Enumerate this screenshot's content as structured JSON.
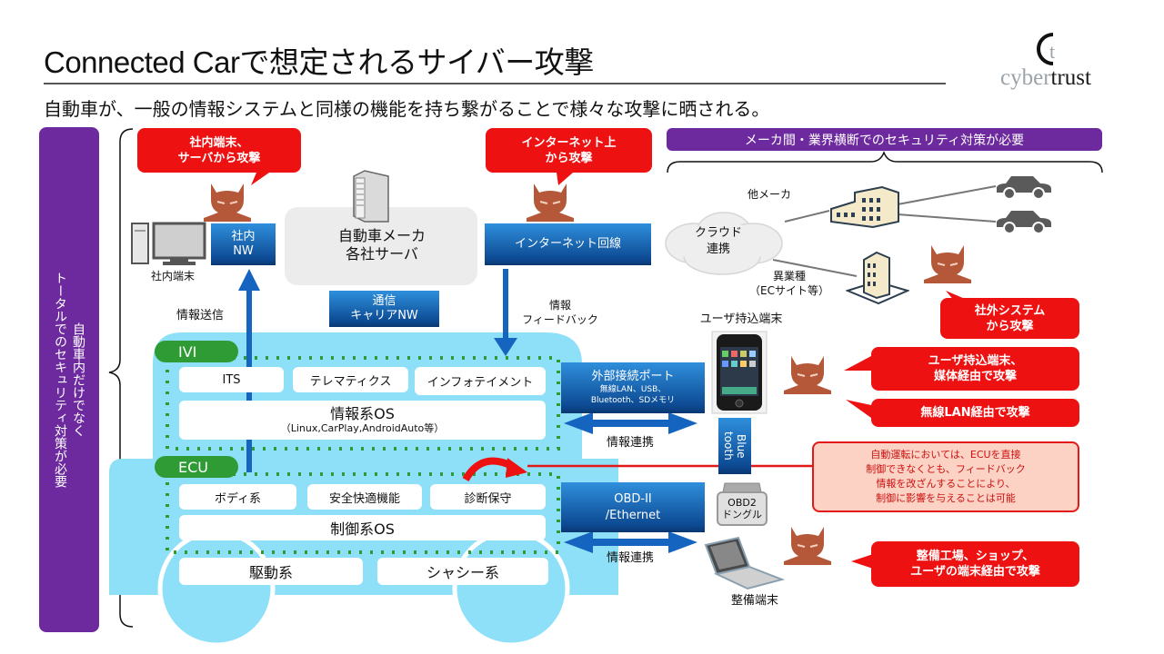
{
  "header": {
    "title": "Connected Carで想定されるサイバー攻撃",
    "subtitle": "自動車が、一般の情報システムと同様の機能を持ち繋がることで様々な攻撃に晒される。",
    "logo": {
      "text_light": "cyber",
      "text_dark": "trust",
      "mark": "Ct"
    }
  },
  "left_banner": {
    "text": "自動車内だけでなく\nトータルでのセキュリティ対策が必要"
  },
  "top_banner": {
    "text": "メーカ間・業界横断でのセキュリティ対策が必要"
  },
  "attack_callouts": [
    {
      "id": "internal",
      "text": "社内端末、\nサーバから攻撃"
    },
    {
      "id": "internet",
      "text": "インターネット上\nから攻撃"
    },
    {
      "id": "external-system",
      "text": "社外システム\nから攻撃"
    },
    {
      "id": "user-device",
      "text": "ユーザ持込端末、\n媒体経由で攻撃"
    },
    {
      "id": "wireless-lan",
      "text": "無線LAN経由で攻撃"
    },
    {
      "id": "maintenance",
      "text": "整備工場、ショップ、\nユーザの端末経由で攻撃"
    }
  ],
  "network": {
    "internal_terminal_label": "社内端末",
    "internal_nw": "社内\nNW",
    "maker_server": "自動車メーカ\n各社サーバ",
    "carrier_nw": "通信\nキャリアNW",
    "internet_line": "インターネット回線",
    "info_send": "情報送信",
    "info_feedback": "情報\nフィードバック",
    "other_maker": "他メーカ",
    "cloud": "クラウド\n連携",
    "other_industry": "異業種\n（ECサイト等）",
    "user_device_label": "ユーザ持込端末",
    "bluetooth": "Blue\ntooth",
    "obd_dongle": "OBD2\nドングル",
    "maintenance_terminal": "整備端末"
  },
  "car": {
    "ivi": {
      "tag": "IVI",
      "apps": [
        "ITS",
        "テレマティクス",
        "インフォテイメント"
      ],
      "os_title": "情報系OS",
      "os_sub": "（Linux,CarPlay,AndroidAuto等）"
    },
    "ecu": {
      "tag": "ECU",
      "apps": [
        "ボディ系",
        "安全快適機能",
        "診断保守"
      ],
      "os_title": "制御系OS",
      "bottom": [
        "駆動系",
        "シャシー系"
      ]
    }
  },
  "ports": {
    "external": {
      "title": "外部接続ポート",
      "sub": "無線LAN、USB、\nBluetooth、SDメモリ",
      "link": "情報連携"
    },
    "obd": {
      "title": "OBD-II\n/Ethernet",
      "link": "情報連携"
    }
  },
  "note": "自動運転においては、ECUを直接\n制御できなくとも、フィードバック\n情報を改ざんすることにより、\n制御に影響を与えることは可能",
  "colors": {
    "attack_red": "#ee1111",
    "purple": "#6d2a9e",
    "car_blue": "#8ee0f8",
    "ecu_green": "#2e9b34",
    "nw_blue": "#1565c0",
    "attacker_brown": "#b5583a"
  }
}
